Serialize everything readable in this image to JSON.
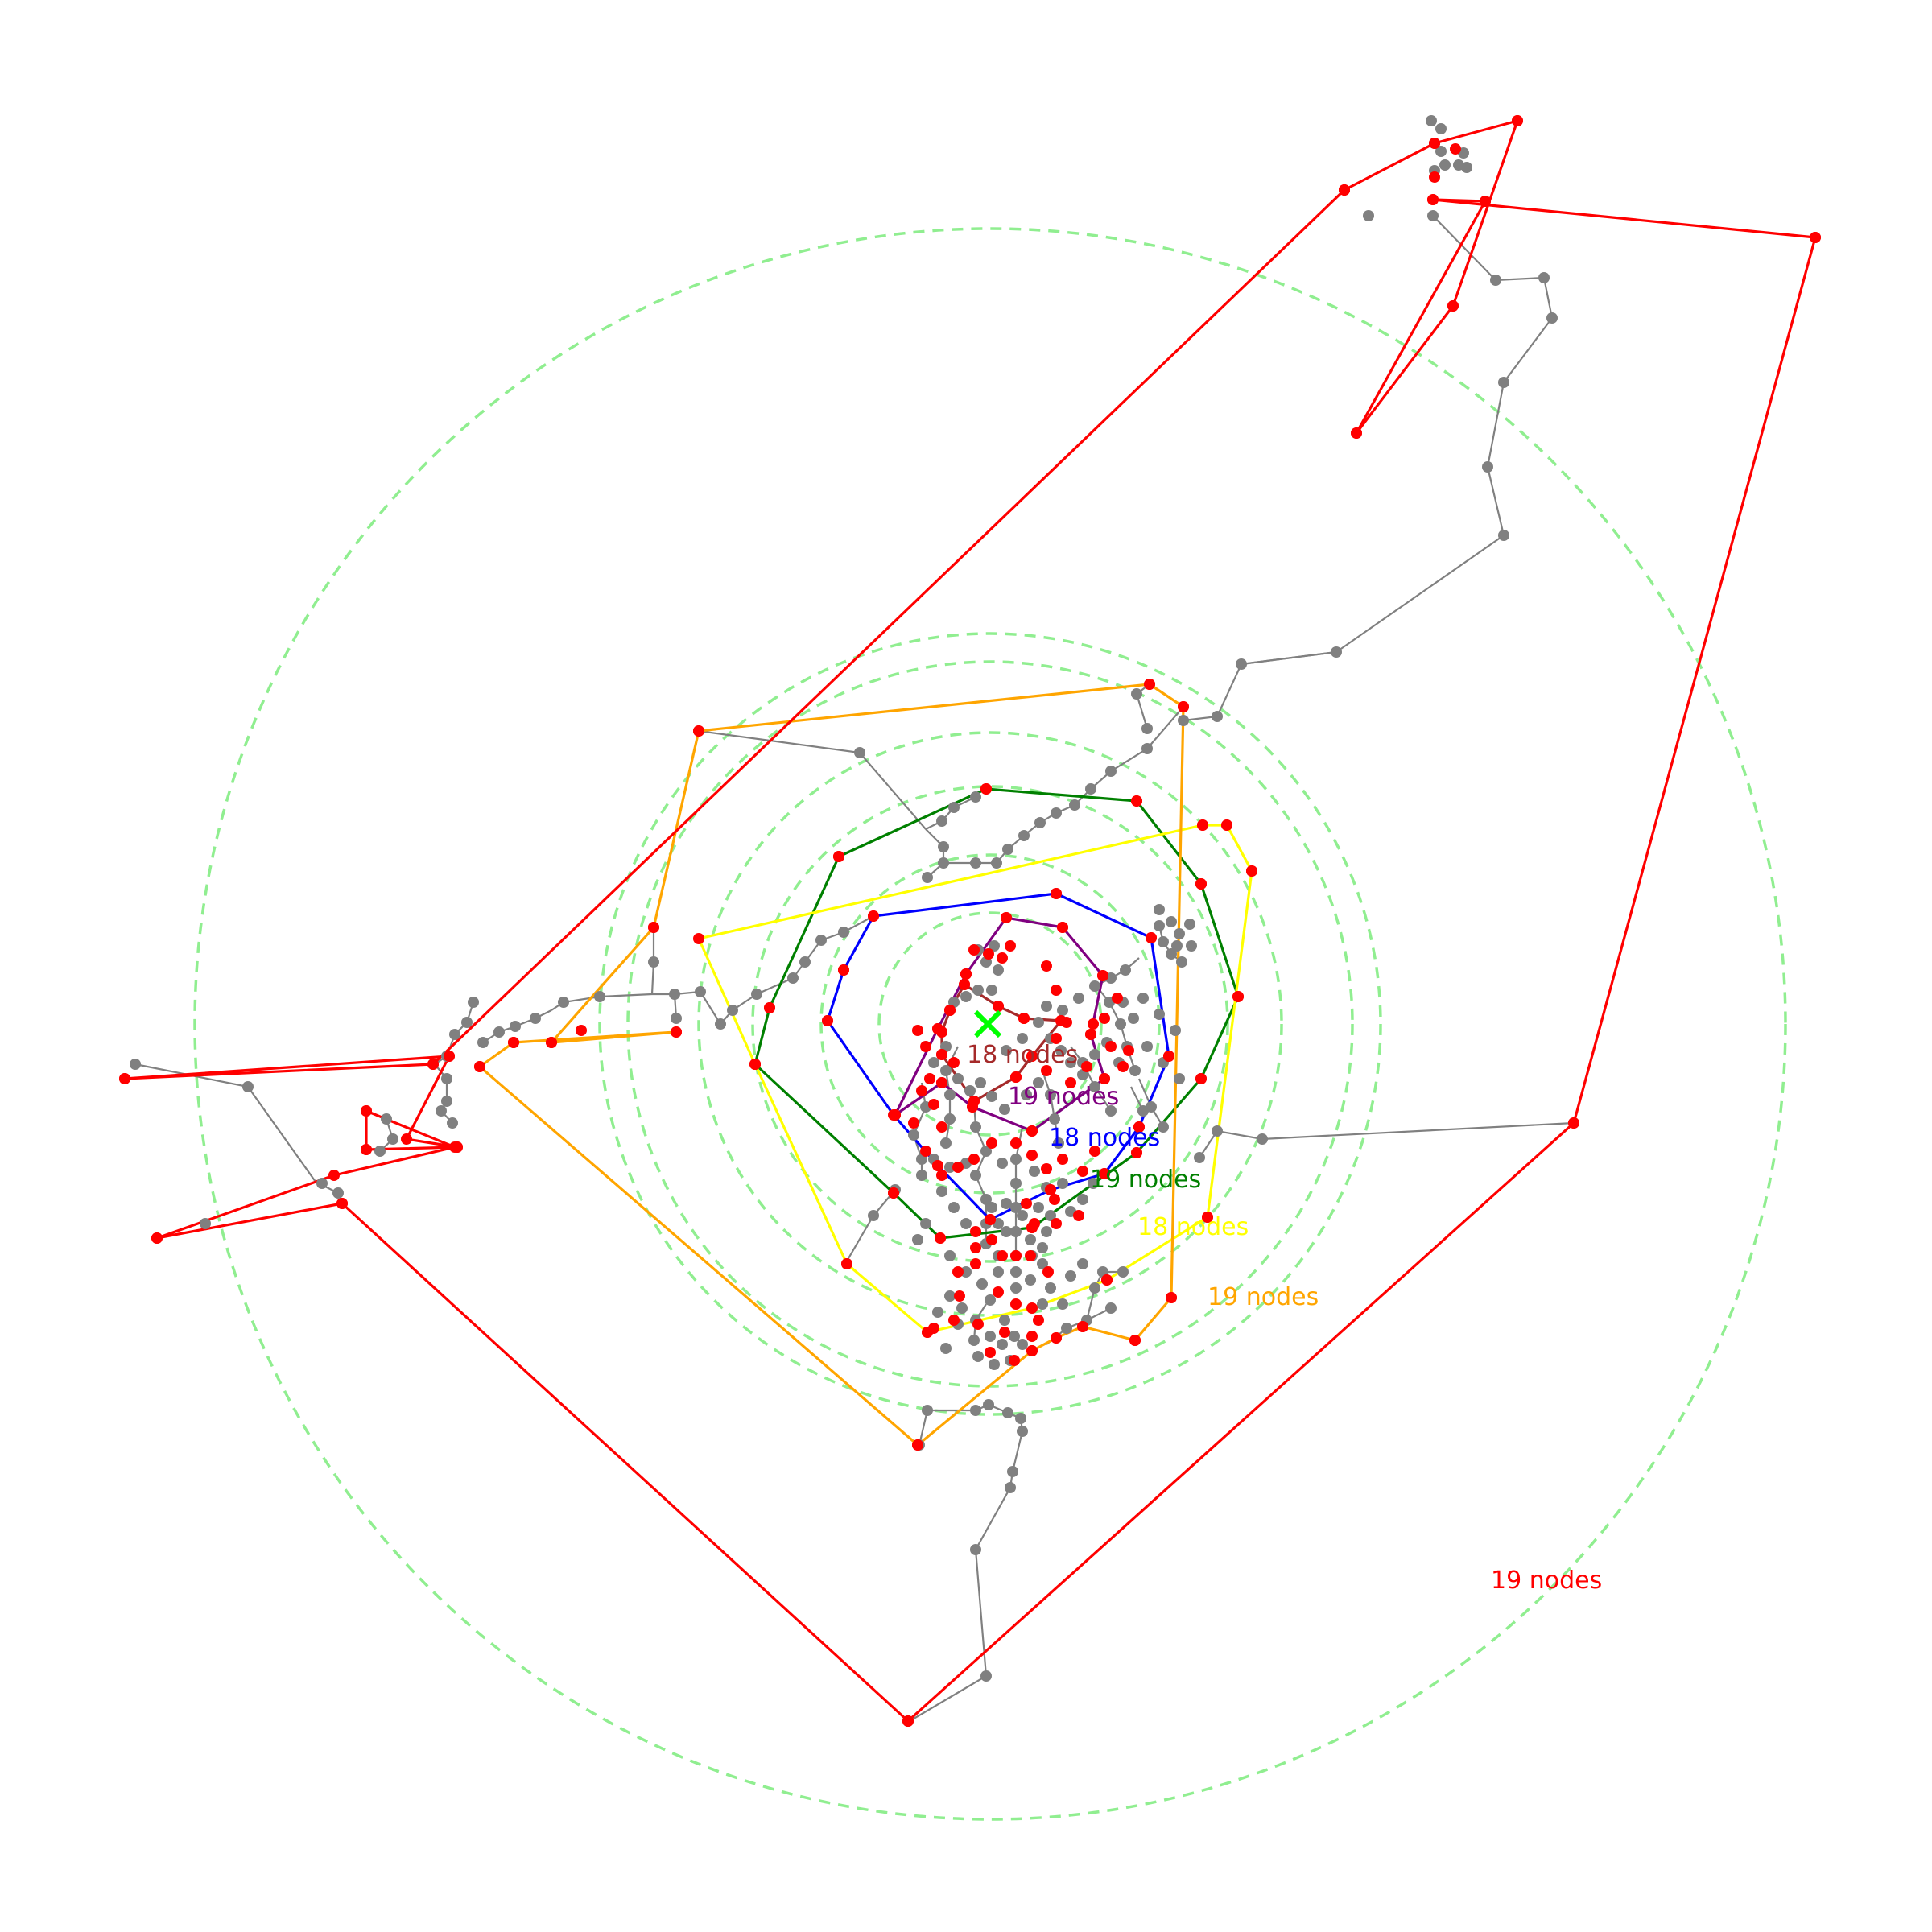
{
  "center_marker": {
    "color": "#00ff00",
    "icon": "x-mark"
  },
  "ring_color": "#90ee90",
  "node_color": "#808080",
  "boundary_node_color": "#ff0000",
  "edge_color": "#808080",
  "boundaries": [
    {
      "id": "b1",
      "color": "#a52a2a",
      "label": "18 nodes"
    },
    {
      "id": "b2",
      "color": "#800080",
      "label": "19 nodes"
    },
    {
      "id": "b3",
      "color": "#0000ff",
      "label": "18 nodes"
    },
    {
      "id": "b4",
      "color": "#008000",
      "label": "19 nodes"
    },
    {
      "id": "b5",
      "color": "#ffff00",
      "label": "18 nodes"
    },
    {
      "id": "b6",
      "color": "#ffa500",
      "label": "19 nodes"
    },
    {
      "id": "b7",
      "color": "#ff0000",
      "label": "19 nodes"
    }
  ]
}
